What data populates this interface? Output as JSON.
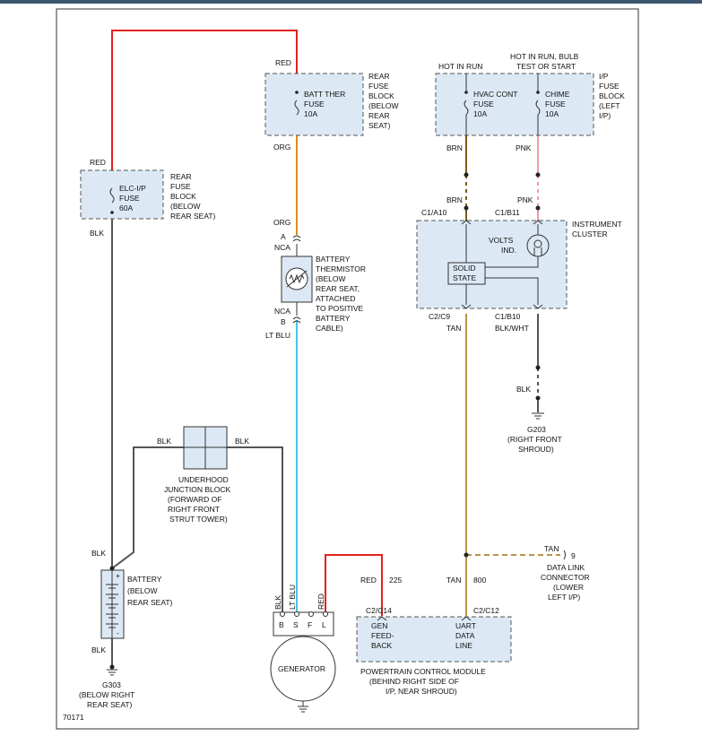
{
  "diagram_id": "70171",
  "colors": {
    "red": "#e2221e",
    "org": "#e08a1e",
    "ltblu": "#46c8ea",
    "blk": "#555555",
    "tan": "#b8934a",
    "brn": "#7a5a1a",
    "pnk": "#f29aa6",
    "gray": "#7a7a7a"
  },
  "rear_fuse_top": {
    "wire_in": "RED",
    "fuse_line1": "BATT THER",
    "fuse_line2": "FUSE",
    "fuse_line3": "10A",
    "block": [
      "REAR",
      "FUSE",
      "BLOCK",
      "(BELOW",
      "REAR",
      "SEAT)"
    ],
    "wire_out": "ORG"
  },
  "rear_fuse_left": {
    "wire_in": "RED",
    "fuse_line1": "ELC-I/P",
    "fuse_line2": "FUSE",
    "fuse_line3": "60A",
    "block": [
      "REAR",
      "FUSE",
      "BLOCK",
      "(BELOW",
      "REAR SEAT)"
    ],
    "wire_out": "BLK"
  },
  "ip_fuse": {
    "hot1": "HOT IN RUN",
    "hot2a": "HOT IN RUN, BULB",
    "hot2b": "TEST OR START",
    "f1_line1": "HVAC CONT",
    "f1_line2": "FUSE",
    "f1_line3": "10A",
    "f2_line1": "CHIME",
    "f2_line2": "FUSE",
    "f2_line3": "10A",
    "block": [
      "I/P",
      "FUSE",
      "BLOCK",
      "(LEFT",
      "I/P)"
    ],
    "wire1": "BRN",
    "wire2": "PNK"
  },
  "cluster": {
    "wire1": "BRN",
    "wire2": "PNK",
    "pin1": "C1/A10",
    "pin2": "C1/B11",
    "name": [
      "INSTRUMENT",
      "CLUSTER"
    ],
    "volts": [
      "VOLTS",
      "IND."
    ],
    "solid": [
      "SOLID",
      "STATE"
    ],
    "pin3": "C2/C9",
    "pin4": "C1/B10",
    "wire3": "TAN",
    "wire4": "BLK/WHT",
    "wire5": "BLK",
    "ground": "G203",
    "ground_loc": [
      "(RIGHT FRONT",
      "SHROUD)"
    ]
  },
  "thermistor": {
    "wire_in": "ORG",
    "pin_a": "A",
    "nca1": "NCA",
    "nca2": "NCA",
    "pin_b": "B",
    "wire_out": "LT BLU",
    "label": [
      "BATTERY",
      "THERMISTOR",
      "(BELOW",
      "REAR SEAT,",
      "ATTACHED",
      "TO POSITIVE",
      "BATTERY",
      "CABLE)"
    ]
  },
  "junction": {
    "wire_left": "BLK",
    "wire_right": "BLK",
    "label": [
      "UNDERHOOD",
      "JUNCTION BLOCK",
      "(FORWARD OF",
      "RIGHT FRONT",
      "STRUT TOWER)"
    ]
  },
  "battery": {
    "wire_top": "BLK",
    "wire_bottom": "BLK",
    "plus": "+",
    "minus": "-",
    "label": [
      "BATTERY",
      "(BELOW",
      "REAR SEAT)"
    ],
    "ground": "G303",
    "ground_loc": [
      "(BELOW RIGHT",
      "REAR SEAT)"
    ]
  },
  "generator": {
    "terms": [
      "B",
      "S",
      "F",
      "L"
    ],
    "wire_b": "BLK",
    "wire_s": "LT BLU",
    "wire_l": "RED",
    "name": "GENERATOR"
  },
  "pcm": {
    "wire_red": "RED",
    "ckt_red": "225",
    "wire_tan": "TAN",
    "ckt_tan": "800",
    "pin1": "C2/C14",
    "pin2": "C2/C12",
    "func1": [
      "GEN",
      "FEED-",
      "BACK"
    ],
    "func2": [
      "UART",
      "DATA",
      "LINE"
    ],
    "label": [
      "POWERTRAIN CONTROL MODULE",
      "(BEHIND RIGHT SIDE OF",
      "I/P, NEAR SHROUD)"
    ]
  },
  "dlc": {
    "wire": "TAN",
    "pin": "9",
    "label": [
      "DATA LINK",
      "CONNECTOR",
      "(LOWER",
      "LEFT I/P)"
    ]
  }
}
